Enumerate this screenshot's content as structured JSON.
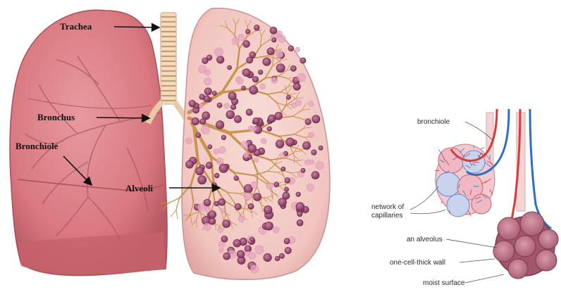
{
  "left_diagram": {
    "labels": {
      "trachea": "Trachea",
      "bronchus": "Bronchus",
      "bronchiole": "Bronchiole",
      "alveoli": "Alveoli"
    }
  },
  "right_diagram": {
    "labels": {
      "bronchiole": "bronchiole",
      "capillaries_line1": "network of",
      "capillaries_line2": "capillaries",
      "alveolus": "an alveolus",
      "wall": "one-cell-thick wall",
      "surface": "moist surface"
    }
  },
  "colors": {
    "lung_outer": "#d9787f",
    "lung_inner": "#f1c5c0",
    "airway": "#c9944f",
    "alveoli": "#8a3b62",
    "artery": "#d63a3a",
    "vein": "#2f6fc0",
    "text": "#111111"
  }
}
